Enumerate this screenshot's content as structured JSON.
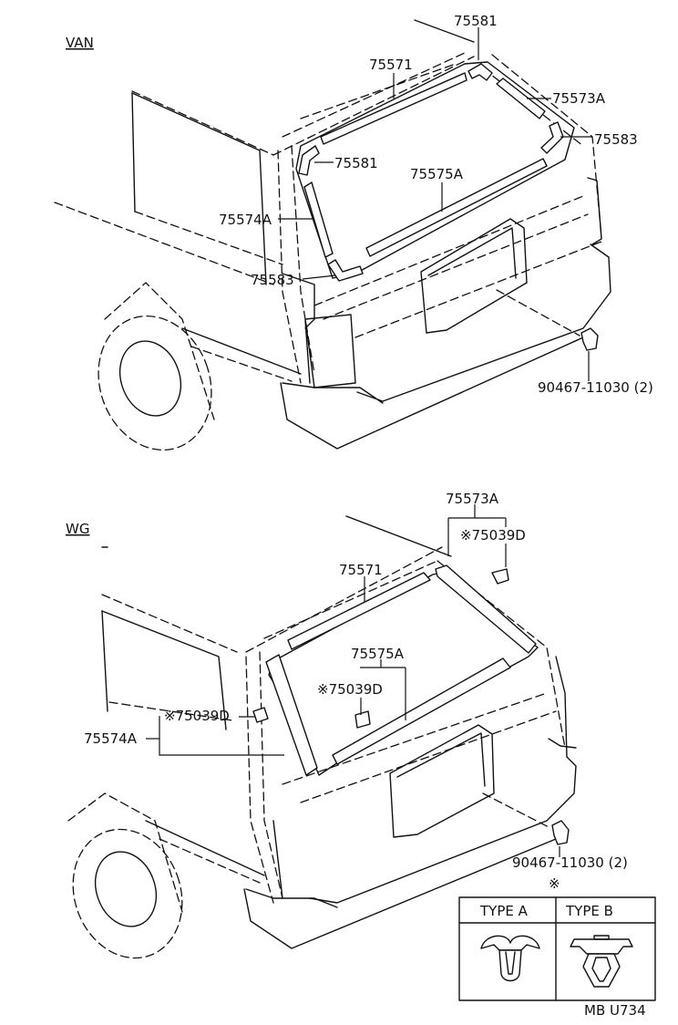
{
  "sections": {
    "van": "VAN",
    "wg": "WG"
  },
  "van_labels": {
    "p75581_top": "75581",
    "p75571": "75571",
    "p75573A": "75573A",
    "p75583_right": "75583",
    "p75581_left": "75581",
    "p75575A": "75575A",
    "p75574A": "75574A",
    "p75583_left": "75583",
    "p90467": "90467-11030 (2)"
  },
  "wg_labels": {
    "p75573A": "75573A",
    "p75039D_right": "※75039D",
    "p75571": "75571",
    "p75575A": "75575A",
    "p75039D_mid": "※75039D",
    "p75039D_left": "※75039D",
    "p75574A": "75574A",
    "p90467": "90467-11030 (2)"
  },
  "legend": {
    "marker": "※",
    "type_a": "TYPE  A",
    "type_b": "TYPE  B"
  },
  "drawing_code": "MB U734"
}
